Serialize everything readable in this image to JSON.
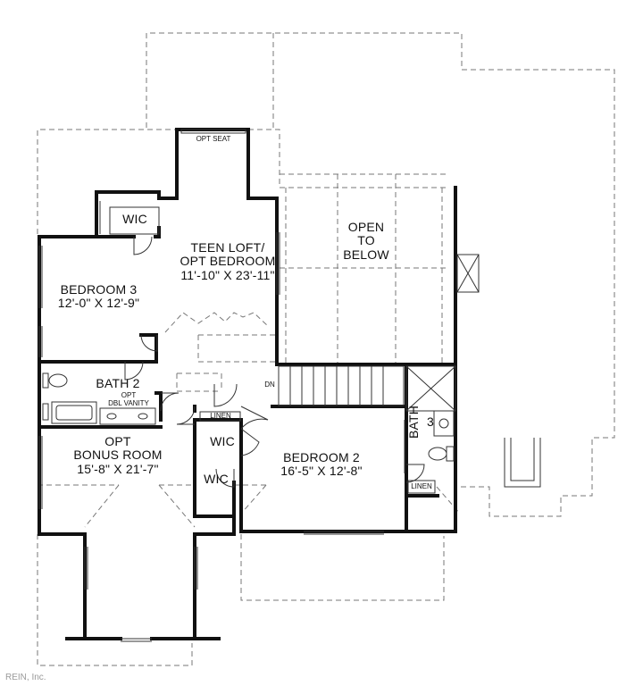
{
  "rooms": {
    "teen_loft": {
      "name_line1": "TEEN LOFT/",
      "name_line2": "OPT BEDROOM",
      "size": "11'-10\" X 23'-11\""
    },
    "open_to_below": {
      "line1": "OPEN",
      "line2": "TO",
      "line3": "BELOW"
    },
    "bedroom3": {
      "name": "BEDROOM 3",
      "size": "12'-0\" X 12'-9\""
    },
    "bedroom2": {
      "name": "BEDROOM 2",
      "size": "16'-5\" X 12'-8\""
    },
    "bonus_room": {
      "name_line1": "OPT",
      "name_line2": "BONUS ROOM",
      "size": "15'-8\" X 21'-7\""
    },
    "bath2": {
      "name": "BATH 2"
    },
    "bath3": {
      "name": "BATH",
      "num": "3"
    },
    "wic_bed3": "WIC",
    "wic_center": "WIC",
    "wic_lower": "WIC"
  },
  "labels": {
    "opt_seat": "OPT SEAT",
    "opt_dbl_vanity_1": "OPT",
    "opt_dbl_vanity_2": "DBL VANITY",
    "linen_center": "LINEN",
    "linen_right": "LINEN",
    "stair_dn": "DN"
  },
  "watermark": "REIN, Inc."
}
